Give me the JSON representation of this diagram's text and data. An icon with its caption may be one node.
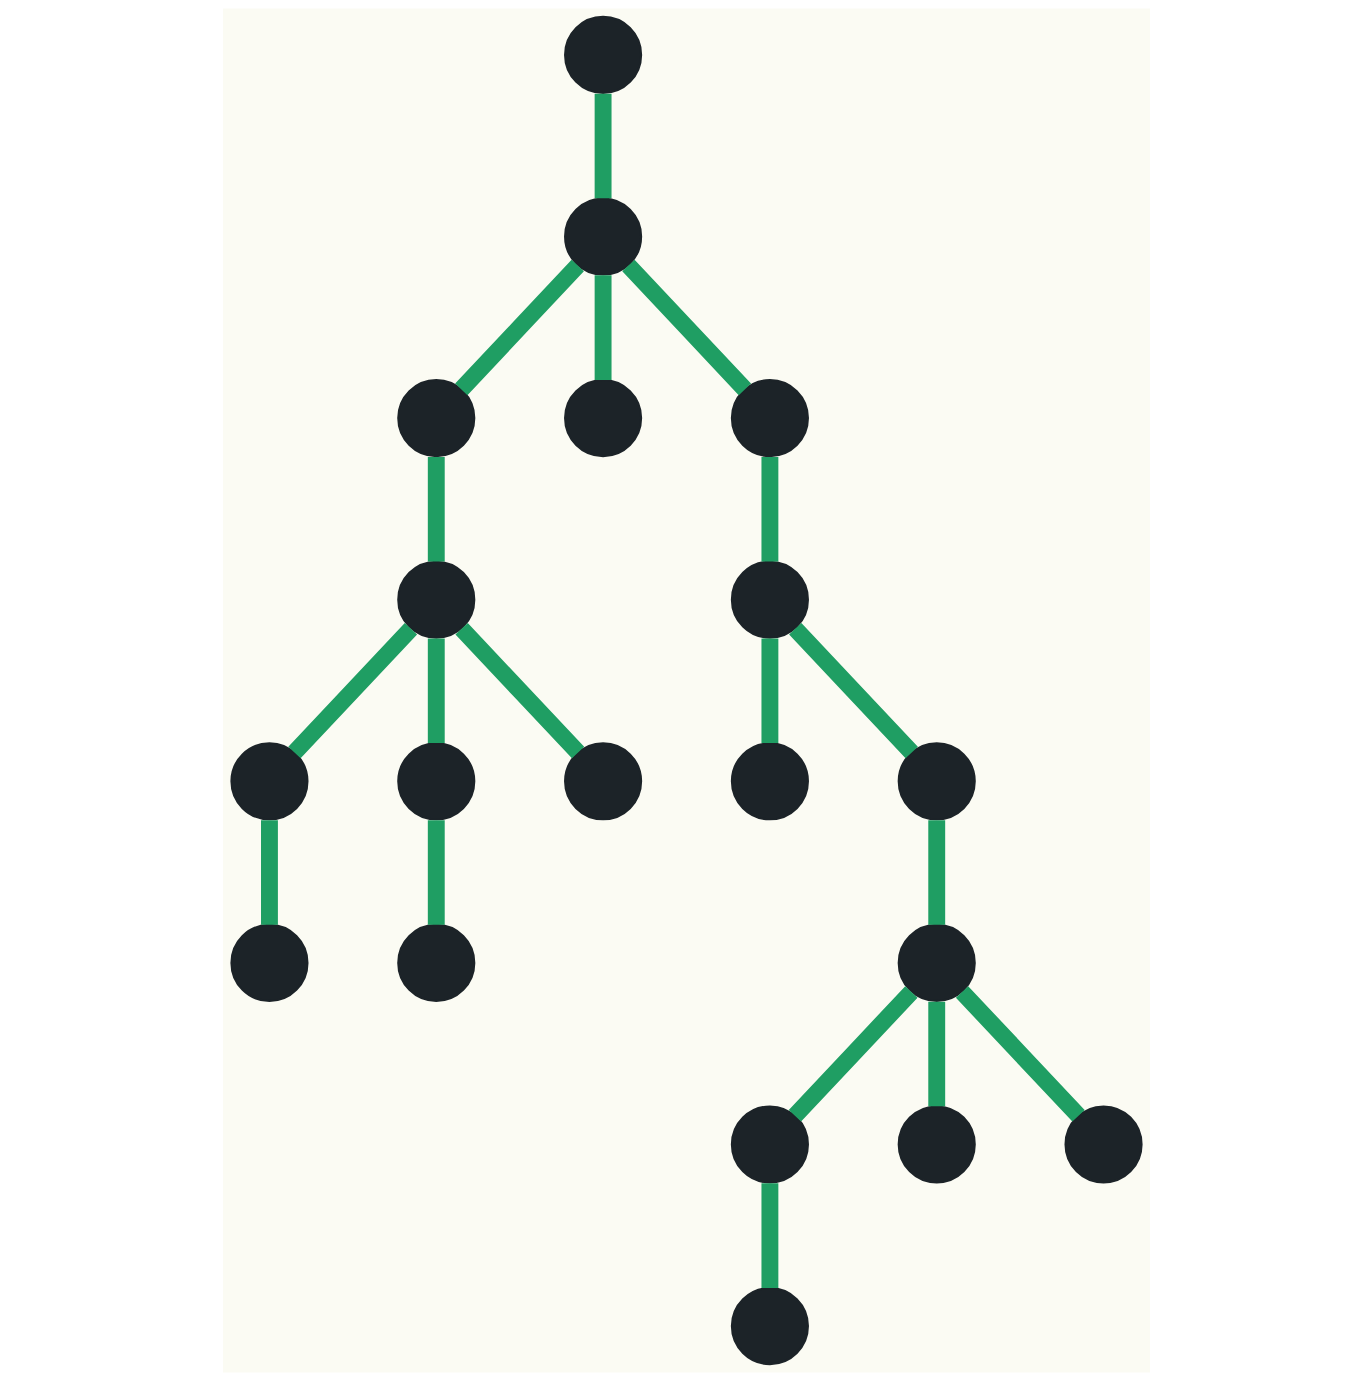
{
  "diagram": {
    "nodes": [
      {
        "text": [],
        "shape": "circle"
      },
      {
        "text": [],
        "shape": "circle"
      },
      {
        "text": [],
        "shape": "circle"
      },
      {
        "text": [],
        "shape": "circle"
      },
      {
        "text": [],
        "shape": "circle"
      },
      {
        "text": [],
        "shape": "circle"
      },
      {
        "text": [],
        "shape": "circle"
      },
      {
        "text": [],
        "shape": "circle"
      },
      {
        "text": [],
        "shape": "circle"
      },
      {
        "text": [],
        "shape": "circle"
      },
      {
        "text": [],
        "shape": "circle"
      },
      {
        "text": [],
        "shape": "circle"
      },
      {
        "text": [],
        "shape": "circle"
      },
      {
        "text": [],
        "shape": "circle"
      },
      {
        "text": [],
        "shape": "circle"
      },
      {
        "text": [],
        "shape": "circle"
      },
      {
        "text": [],
        "shape": "circle"
      },
      {
        "text": [],
        "shape": "circle"
      },
      {
        "text": [],
        "shape": "circle"
      }
    ],
    "edges": [
      {
        "from": 0,
        "to": 1,
        "arrow": "none"
      },
      {
        "from": 1,
        "to": 2,
        "arrow": "none"
      },
      {
        "from": 1,
        "to": 3,
        "arrow": "none"
      },
      {
        "from": 1,
        "to": 4,
        "arrow": "none"
      },
      {
        "from": 2,
        "to": 5,
        "arrow": "none"
      },
      {
        "from": 4,
        "to": 6,
        "arrow": "none"
      },
      {
        "from": 5,
        "to": 7,
        "arrow": "none"
      },
      {
        "from": 5,
        "to": 8,
        "arrow": "none"
      },
      {
        "from": 5,
        "to": 9,
        "arrow": "none"
      },
      {
        "from": 6,
        "to": 10,
        "arrow": "none"
      },
      {
        "from": 6,
        "to": 11,
        "arrow": "none"
      },
      {
        "from": 7,
        "to": 12,
        "arrow": "none"
      },
      {
        "from": 8,
        "to": 13,
        "arrow": "none"
      },
      {
        "from": 11,
        "to": 14,
        "arrow": "none"
      },
      {
        "from": 14,
        "to": 15,
        "arrow": "none"
      },
      {
        "from": 14,
        "to": 16,
        "arrow": "none"
      },
      {
        "from": 14,
        "to": 17,
        "arrow": "none"
      },
      {
        "from": 15,
        "to": 18,
        "arrow": "none"
      }
    ]
  }
}
